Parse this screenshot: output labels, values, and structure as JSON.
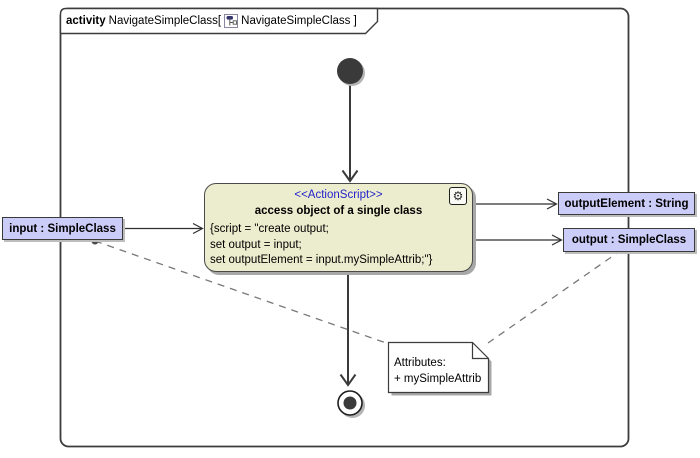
{
  "diagram": {
    "frame": {
      "keyword": "activity",
      "title_before_icon": "NavigateSimpleClass[",
      "title_after_icon": "NavigateSimpleClass ]"
    },
    "action": {
      "stereotype": "<<ActionScript>>",
      "name": "access object of a single class",
      "script_lines": [
        "{script = \"create output;",
        "set output = input;",
        "set outputElement = input.mySimpleAttrib;\"}"
      ],
      "corner_icon_glyph": "⚙"
    },
    "pins": {
      "input": "input : SimpleClass",
      "output_element": "outputElement : String",
      "output": "output : SimpleClass"
    },
    "note": {
      "lines": [
        "Attributes:",
        "+ mySimpleAttrib"
      ]
    },
    "colors": {
      "action_fill": "#ECECCE",
      "action_border": "#4A4A4A",
      "pin_fill": "#CCCCF8",
      "stereotype_text": "#2222CC",
      "frame_border": "#3C3C3C",
      "flow_line": "#3A3A3A",
      "dashed_link": "#787878",
      "shadow": "#A8A8A8"
    }
  }
}
